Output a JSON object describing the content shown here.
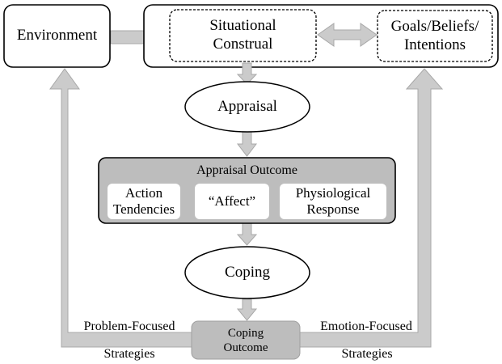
{
  "nodes": {
    "environment": "Environment",
    "situational_construal": "Situational\nConstrual",
    "goals": "Goals/Beliefs/\nIntentions",
    "appraisal": "Appraisal",
    "appraisal_outcome": "Appraisal  Outcome",
    "action_tendencies": "Action\nTendencies",
    "affect": "“Affect”",
    "physiological_response": "Physiological\nResponse",
    "coping": "Coping",
    "coping_outcome": "Coping\nOutcome"
  },
  "labels": {
    "problem_focused": "Problem-Focused",
    "problem_strategies": "Strategies",
    "emotion_focused": "Emotion-Focused",
    "emotion_strategies": "Strategies"
  },
  "colors": {
    "arrow_fill": "#cbcbcb",
    "box_gray": "#bdbdbd",
    "outline": "#000000"
  }
}
